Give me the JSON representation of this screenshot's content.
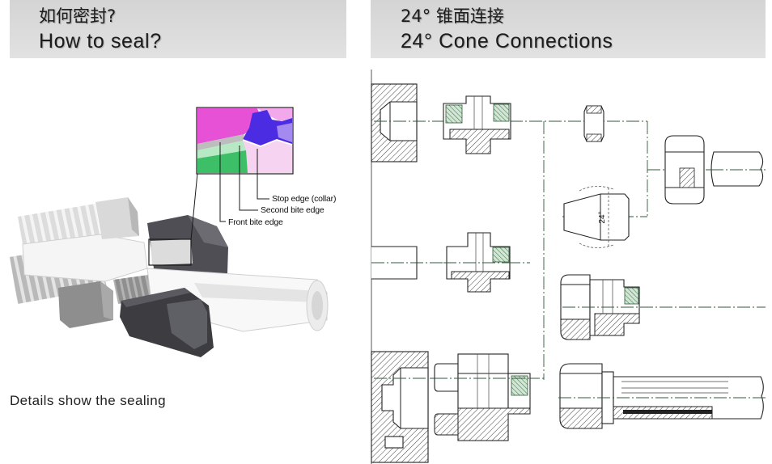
{
  "left_panel": {
    "title_cn": "如何密封?",
    "title_en": "How to seal?",
    "callouts": {
      "stop_edge": "Stop edge (collar)",
      "second_bite_edge": "Second bite edge",
      "front_bite_edge": "Front bite edge"
    },
    "caption": "Details show the sealing"
  },
  "right_panel": {
    "title_cn": "24° 锥面连接",
    "title_en": "24° Cone Connections",
    "cone_angle_label": "24°"
  },
  "colors": {
    "header_bg": "#d4d4d4",
    "header_bg_light": "#e2e2e2",
    "title_text": "#1c1c1c",
    "caption_text": "#222222"
  }
}
